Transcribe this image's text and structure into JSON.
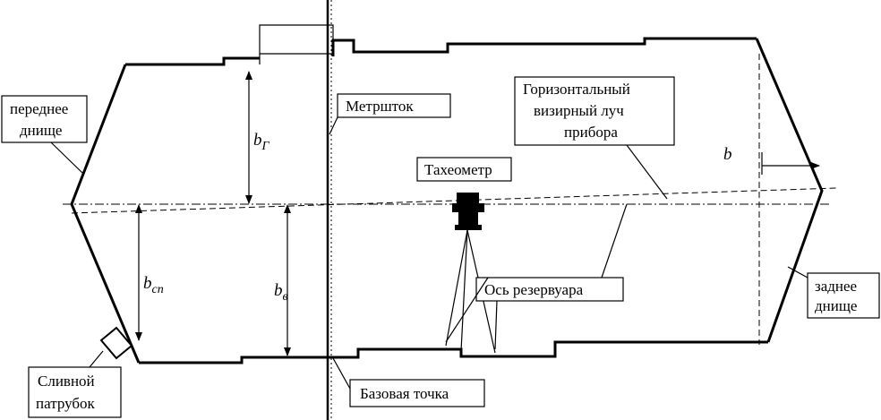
{
  "labels": {
    "front_head": [
      "переднее",
      "днище"
    ],
    "rear_head": [
      "заднее",
      "днище"
    ],
    "metroshtok": "Метршток",
    "horizontal_beam": [
      "Горизонтальный",
      "визирный луч",
      "прибора"
    ],
    "tacheometer": "Тахеометр",
    "tank_axis": "Ось резервуара",
    "base_point": "Базовая точка",
    "drain_pipe": [
      "Сливной",
      "патрубок"
    ]
  },
  "dimensions": {
    "b_g": {
      "main": "b",
      "sub": "Г"
    },
    "b_v": {
      "main": "b",
      "sub": "в"
    },
    "b_sp": {
      "main": "b",
      "sub": "сп"
    },
    "b": {
      "main": "b",
      "sub": ""
    }
  }
}
